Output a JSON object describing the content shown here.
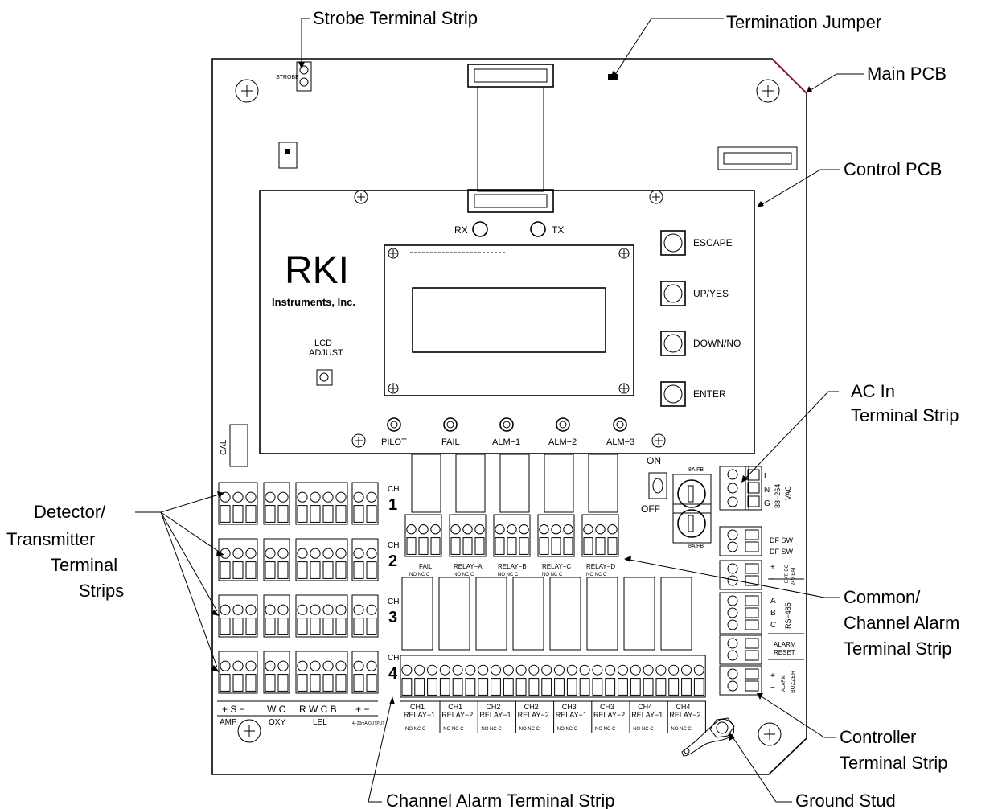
{
  "callouts": {
    "strobe": "Strobe Terminal Strip",
    "termination": "Termination Jumper",
    "main_pcb": "Main PCB",
    "control_pcb": "Control PCB",
    "ac_in_1": "AC In",
    "ac_in_2": "Terminal Strip",
    "detector_1": "Detector/",
    "detector_2": "Transmitter",
    "detector_3": "Terminal",
    "detector_4": "Strips",
    "common_1": "Common/",
    "common_2": "Channel Alarm",
    "common_3": "Terminal Strip",
    "controller_1": "Controller",
    "controller_2": "Terminal Strip",
    "channel_alarm": "Channel Alarm Terminal Strip",
    "ground": "Ground Stud"
  },
  "board": {
    "brand": "RKI",
    "brand_sub": "Instruments, Inc.",
    "lcd_adjust_1": "LCD",
    "lcd_adjust_2": "ADJUST",
    "rx": "RX",
    "tx": "TX",
    "cal": "CAL",
    "strobe_label": "STROBE",
    "buttons": [
      "ESCAPE",
      "UP/YES",
      "DOWN/NO",
      "ENTER"
    ],
    "leds": [
      "PILOT",
      "FAIL",
      "ALM−1",
      "ALM−2",
      "ALM−3"
    ],
    "switch_on": "ON",
    "switch_off": "OFF",
    "channels": [
      "CH",
      "1",
      "CH",
      "2",
      "CH",
      "3",
      "CH",
      "4"
    ],
    "relay_heads": [
      "FAIL",
      "RELAY−A",
      "RELAY−B",
      "RELAY−C",
      "RELAY−D"
    ],
    "relay_contacts": "NO NC C",
    "bottom_groups": [
      "+ S −",
      "W C",
      "R W C B",
      "+ −"
    ],
    "bottom_names": [
      "AMP",
      "OXY",
      "LEL",
      "4−20mA OUTPUT"
    ],
    "ch_relays_top": [
      "CH1",
      "CH1",
      "CH2",
      "CH2",
      "CH3",
      "CH3",
      "CH4",
      "CH4"
    ],
    "ch_relays_bot": [
      "RELAY−1",
      "RELAY−2",
      "RELAY−1",
      "RELAY−2",
      "RELAY−1",
      "RELAY−2",
      "RELAY−1",
      "RELAY−2"
    ],
    "ac_labels": [
      "L",
      "N",
      "G",
      "88−264",
      "VAC"
    ],
    "ctrl_labels": [
      "DF SW",
      "DF SW",
      "+",
      "−",
      "EXT. DC",
      "24V BATT",
      "A",
      "B",
      "C",
      "RS−485",
      "ALARM",
      "RESET",
      "+",
      "−",
      "ALARM",
      "BUZZER"
    ],
    "fuse_label": "8A FB"
  }
}
